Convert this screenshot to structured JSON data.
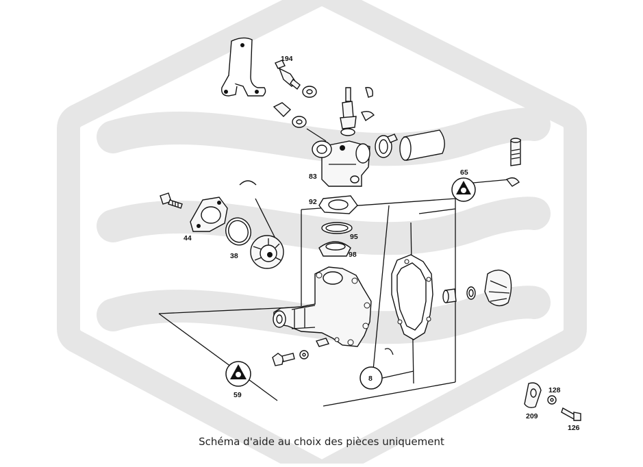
{
  "diagram": {
    "part_labels": {
      "p194": "194",
      "p83": "83",
      "p92": "92",
      "p95": "95",
      "p98": "98",
      "p65": "65",
      "p44": "44",
      "p38": "38",
      "p59": "59",
      "p8": "8",
      "p128": "128",
      "p209": "209",
      "p126": "126"
    },
    "watermark_color": "#e6e6e6",
    "line_color": "#111111"
  },
  "caption": "Schéma d'aide au choix des pièces uniquement"
}
